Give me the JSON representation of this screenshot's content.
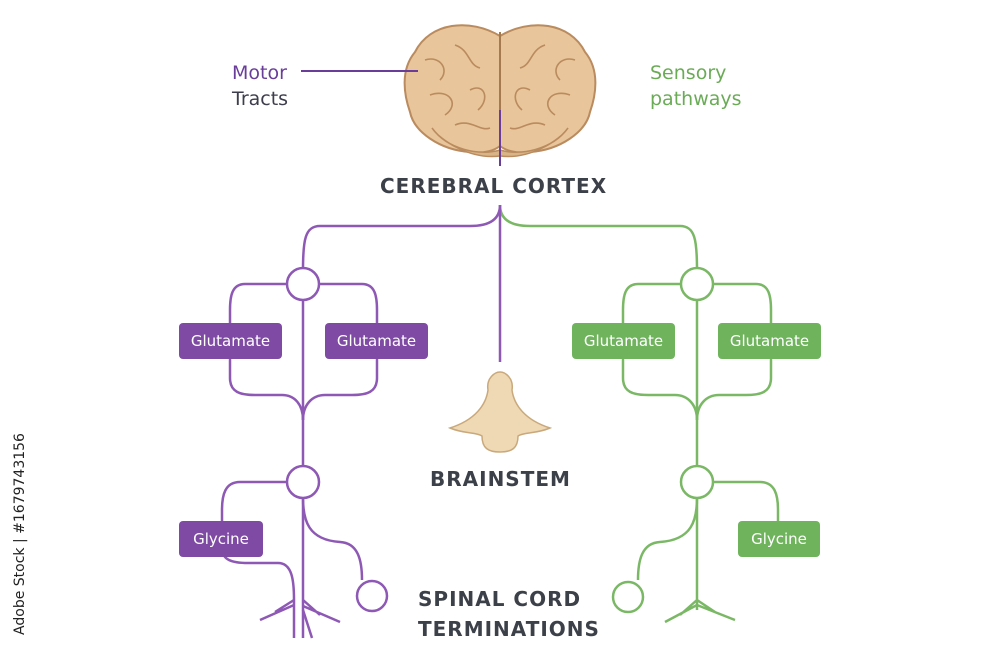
{
  "labels": {
    "motor_line1": "Motor",
    "motor_line2": "Tracts",
    "sensory_line1": "Sensory",
    "sensory_line2": "pathways",
    "cortex": "CEREBRAL CORTEX",
    "brainstem": "BRAINSTEM",
    "spinal_line1": "SPINAL CORD",
    "spinal_line2": "TERMINATIONS"
  },
  "motor_chips": [
    "Glutamate",
    "Glutamate",
    "Glycine"
  ],
  "sensory_chips": [
    "Glutamate",
    "Glutamate",
    "Glycine"
  ],
  "watermark": "Adobe Stock | #1679743156",
  "colors": {
    "motor": "#7e4aa3",
    "sensory": "#6fb35d",
    "brain": "#e8c59a",
    "brainstem": "#efd9b4",
    "text": "#3c4048"
  }
}
